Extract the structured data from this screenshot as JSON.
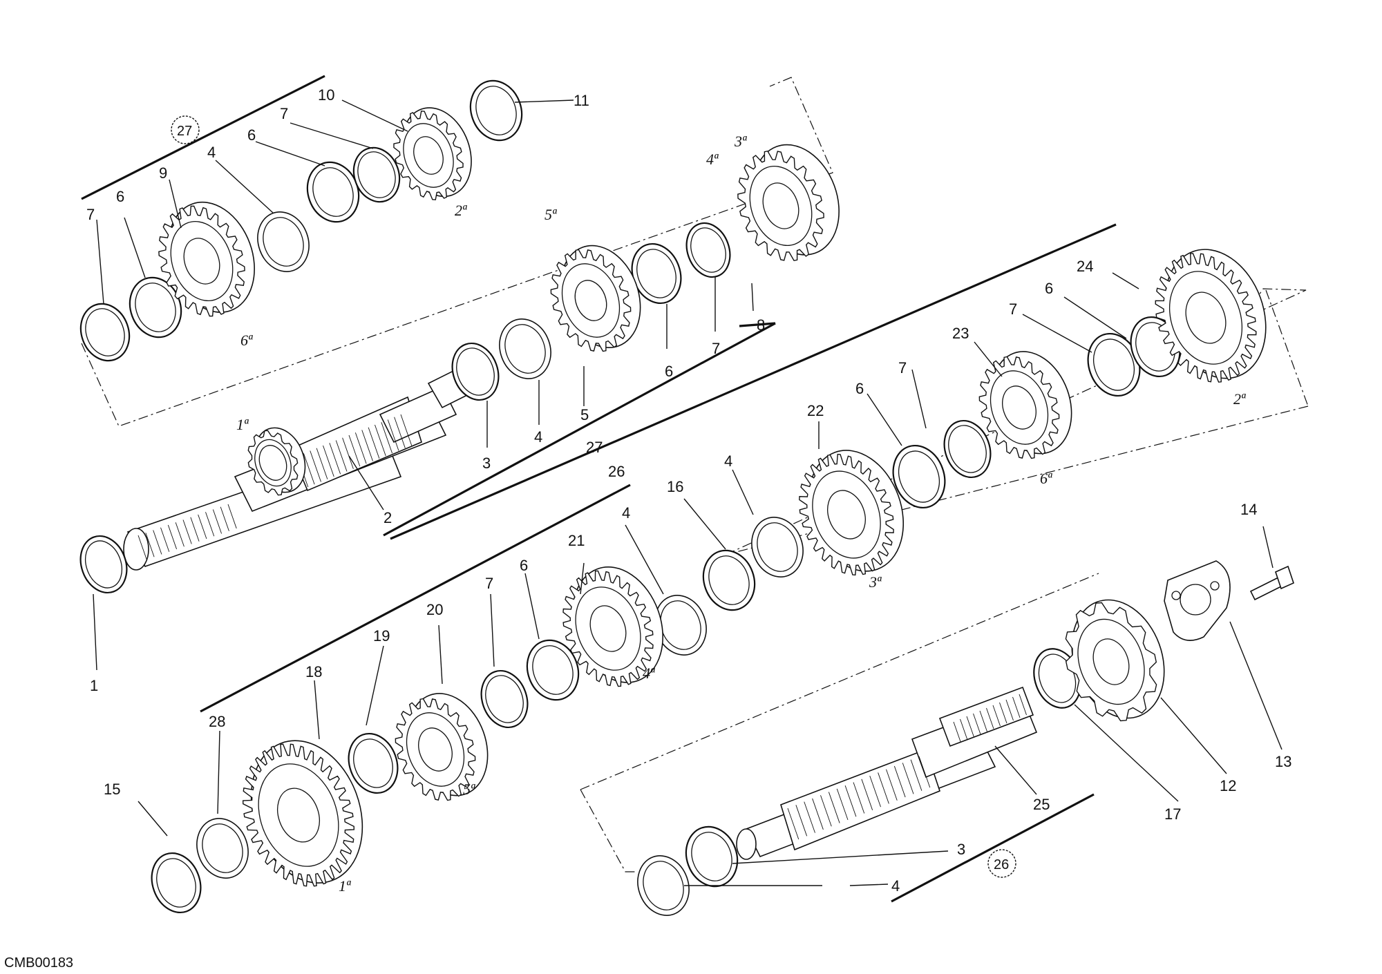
{
  "diagram_code": "CMB00183",
  "part_numbers": [
    "1",
    "2",
    "3",
    "4",
    "5",
    "6",
    "7",
    "8",
    "9",
    "10",
    "11",
    "12",
    "13",
    "14",
    "15",
    "16",
    "17",
    "18",
    "19",
    "20",
    "21",
    "22",
    "23",
    "24",
    "25",
    "26",
    "27",
    "28"
  ],
  "gear_labels": {
    "first": "1ª",
    "second": "2ª",
    "third": "3ª",
    "fourth": "4ª",
    "fifth": "5ª",
    "sixth": "6ª"
  },
  "assembly_refs": {
    "primary": "27",
    "secondary": "26"
  }
}
